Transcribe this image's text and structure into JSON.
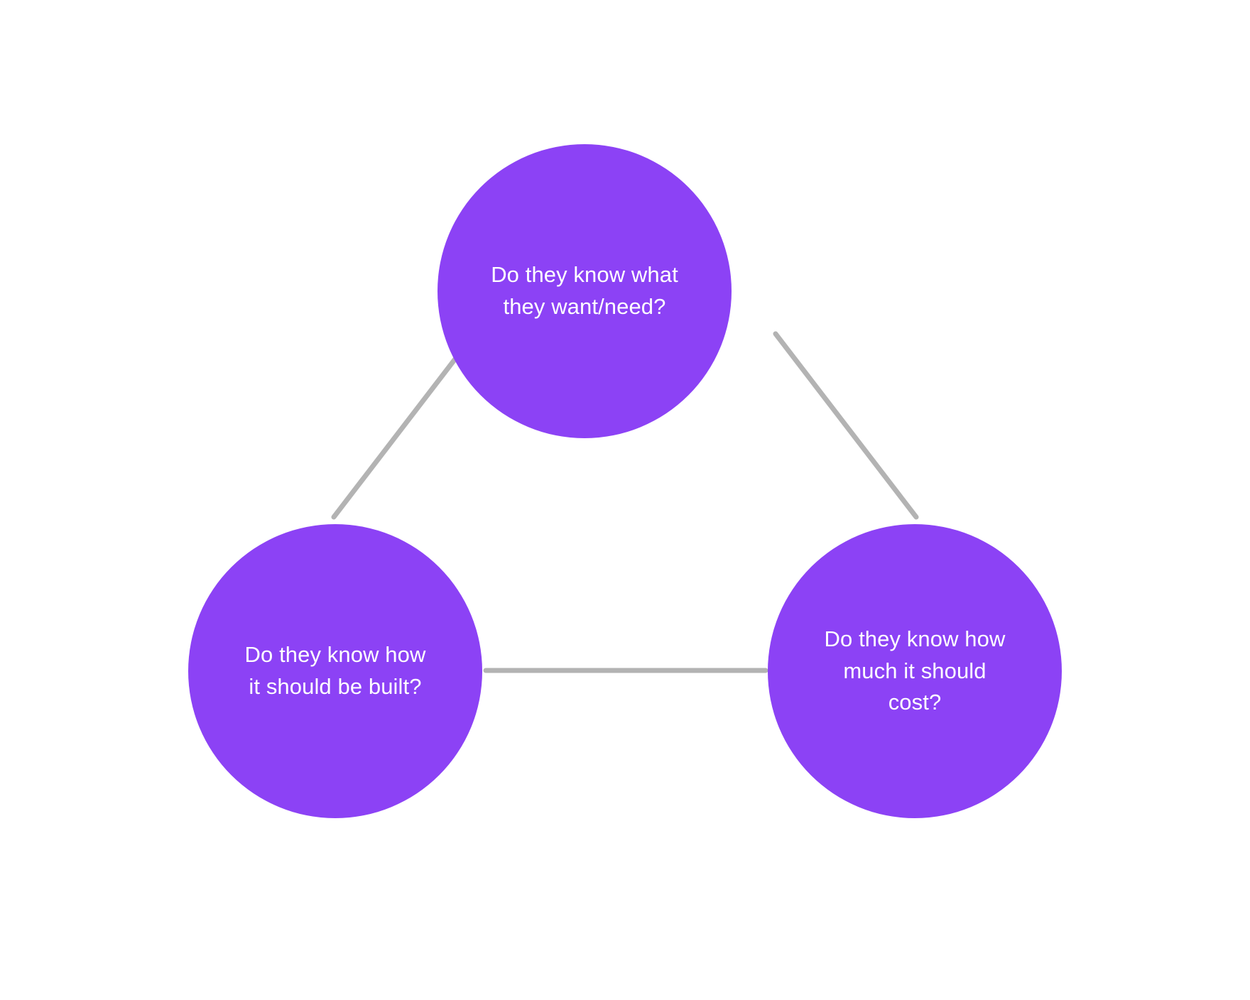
{
  "diagram": {
    "type": "triangle-relationship",
    "background_color": "#ffffff",
    "node_color": "#8c42f5",
    "node_text_color": "#ffffff",
    "connector_color": "#b3b3b3",
    "nodes": [
      {
        "id": "top",
        "label": "Do they know what\nthey want/need?",
        "position": "top"
      },
      {
        "id": "bottom-left",
        "label": "Do they know how\nit should be built?",
        "position": "bottom-left"
      },
      {
        "id": "bottom-right",
        "label": "Do they know how\nmuch it should\ncost?",
        "position": "bottom-right"
      }
    ],
    "connectors": [
      {
        "id": "top-to-bottom-left",
        "from": "top",
        "to": "bottom-left"
      },
      {
        "id": "top-to-bottom-right",
        "from": "top",
        "to": "bottom-right"
      },
      {
        "id": "bottom-left-to-bottom-right",
        "from": "bottom-left",
        "to": "bottom-right"
      }
    ]
  }
}
